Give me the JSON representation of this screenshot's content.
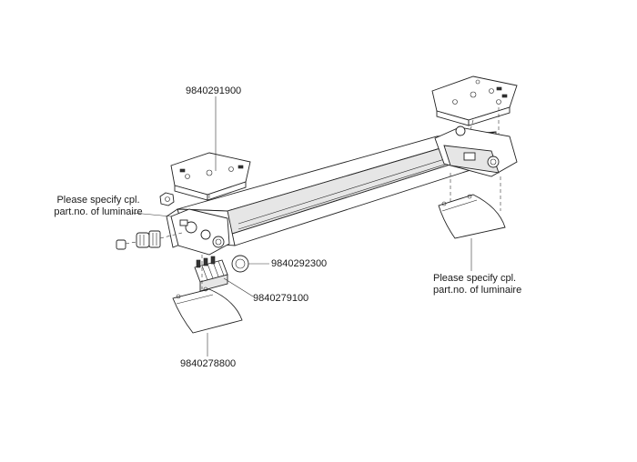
{
  "labels": {
    "bracket_left": "9840291900",
    "note_left_line1": "Please specify cpl.",
    "note_left_line2": "part.no. of luminaire",
    "gland_plug": "9840292300",
    "terminal_block": "9840279100",
    "end_cover_left": "9840278800",
    "note_right_line1": "Please specify cpl.",
    "note_right_line2": "part.no. of luminaire"
  }
}
